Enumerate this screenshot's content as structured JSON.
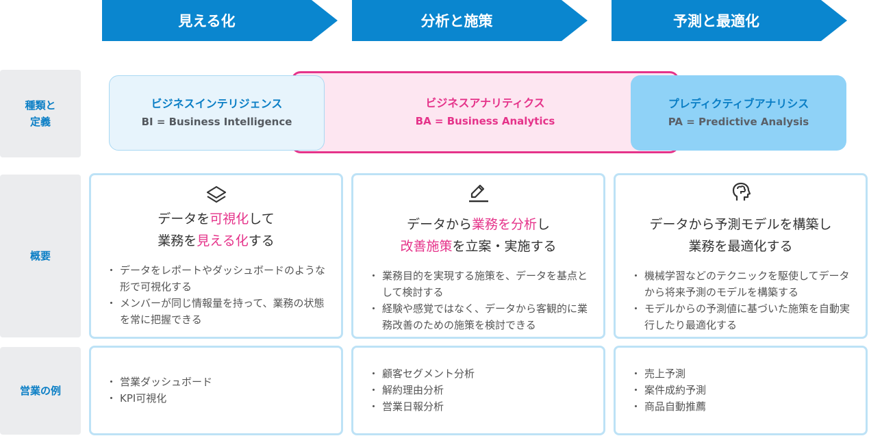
{
  "stages": [
    {
      "label": "見える化"
    },
    {
      "label": "分析と施策"
    },
    {
      "label": "予測と最適化"
    }
  ],
  "rows": {
    "definition": "種類と\n定義",
    "overview": "概要",
    "examples": "営業の例"
  },
  "definitions": {
    "bi": {
      "title": "ビジネスインテリジェンス",
      "sub": "BI = Business Intelligence"
    },
    "ba": {
      "title": "ビジネスアナリティクス",
      "sub": "BA = Business Analytics"
    },
    "pa": {
      "title": "プレディクティブアナリシス",
      "sub": "PA = Predictive Analysis"
    }
  },
  "colors": {
    "stage_blue": "#0a86cf",
    "accent_pink": "#e5338a",
    "card_border": "#bde2f6",
    "label_bg": "#ebecee"
  },
  "overview": [
    {
      "icon": "layers-icon",
      "line1": {
        "a": "データを",
        "b": "可視化",
        "c": "して"
      },
      "line2": {
        "a": "業務を",
        "b": "見える化",
        "c": "する"
      },
      "bullets": [
        "データをレポートやダッシュボードのような形で可視化する",
        "メンバーが同じ情報量を持って、業務の状態を常に把握できる"
      ]
    },
    {
      "icon": "pen-icon",
      "line1": {
        "a": "データから",
        "b": "業務を分析",
        "c": "し"
      },
      "line2": {
        "a": "",
        "b": "改善施策",
        "c": "を立案・実施する"
      },
      "bullets": [
        "業務目的を実現する施策を、データを基点として検討する",
        "経験や感覚ではなく、データから客観的に業務改善のための施策を検討できる"
      ]
    },
    {
      "icon": "brain-head-icon",
      "line1": {
        "a": "データから予測モデルを構築し",
        "b": "",
        "c": ""
      },
      "line2": {
        "a": "業務を最適化する",
        "b": "",
        "c": ""
      },
      "bullets": [
        "機械学習などのテクニックを駆使してデータから将来予測のモデルを構築する",
        "モデルからの予測値に基づいた施策を自動実行したり最適化する"
      ]
    }
  ],
  "examples": [
    {
      "bullets": [
        "営業ダッシュボード",
        "KPI可視化"
      ]
    },
    {
      "bullets": [
        "顧客セグメント分析",
        "解約理由分析",
        "営業日報分析"
      ]
    },
    {
      "bullets": [
        "売上予測",
        "案件成約予測",
        "商品自動推薦"
      ]
    }
  ]
}
